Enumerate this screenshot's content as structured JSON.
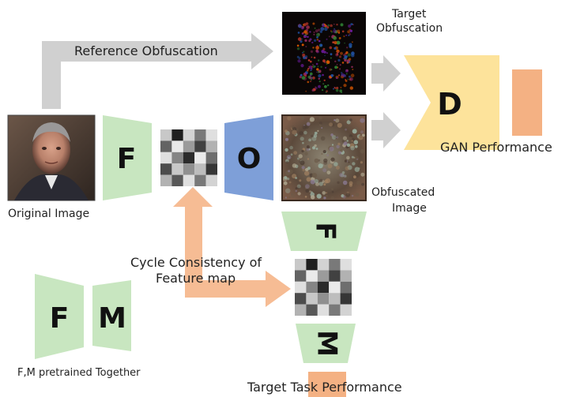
{
  "labels": {
    "reference_obfuscation": "Reference Obfuscation",
    "target_obfuscation": "Target\nObfuscation",
    "original_image": "Original Image",
    "obfuscated_image": "Obfuscated\nImage",
    "gan_performance": "GAN Performance",
    "cycle_consistency": "Cycle Consistency of\nFeature map",
    "fm_pretrained": "F,M pretrained Together",
    "target_task_performance": "Target Task Performance"
  },
  "blocks": {
    "encoder_f": "F",
    "obfuscator_o": "O",
    "discriminator_d": "D",
    "encoder_f_rotated": "F",
    "model_m_rotated": "M",
    "pretrained_f": "F",
    "pretrained_m": "M"
  },
  "colors": {
    "green_block": "#c8e6c0",
    "blue_block": "#7e9fd8",
    "yellow_block": "#fde39b",
    "orange_block": "#f4b183",
    "gray_arrow": "#d0d0d0",
    "orange_arrow": "#f6bc94"
  },
  "feature_map_grid": [
    [
      0.8,
      0.05,
      0.85,
      0.45,
      0.9
    ],
    [
      0.35,
      0.95,
      0.6,
      0.2,
      0.7
    ],
    [
      0.9,
      0.5,
      0.1,
      0.95,
      0.4
    ],
    [
      0.25,
      0.8,
      0.55,
      0.75,
      0.15
    ],
    [
      0.7,
      0.3,
      0.9,
      0.45,
      0.85
    ]
  ]
}
